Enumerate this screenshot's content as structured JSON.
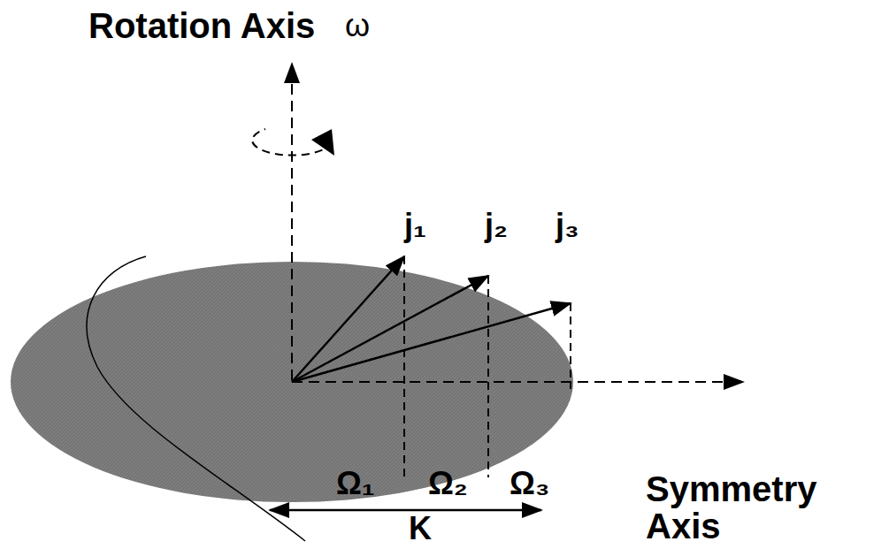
{
  "diagram": {
    "labels": [
      "Rotation Axis",
      "ω",
      "j₁",
      "j₂",
      "j₃",
      "Ω₁",
      "Ω₂",
      "Ω₃",
      "Symmetry Axis",
      "K"
    ]
  }
}
